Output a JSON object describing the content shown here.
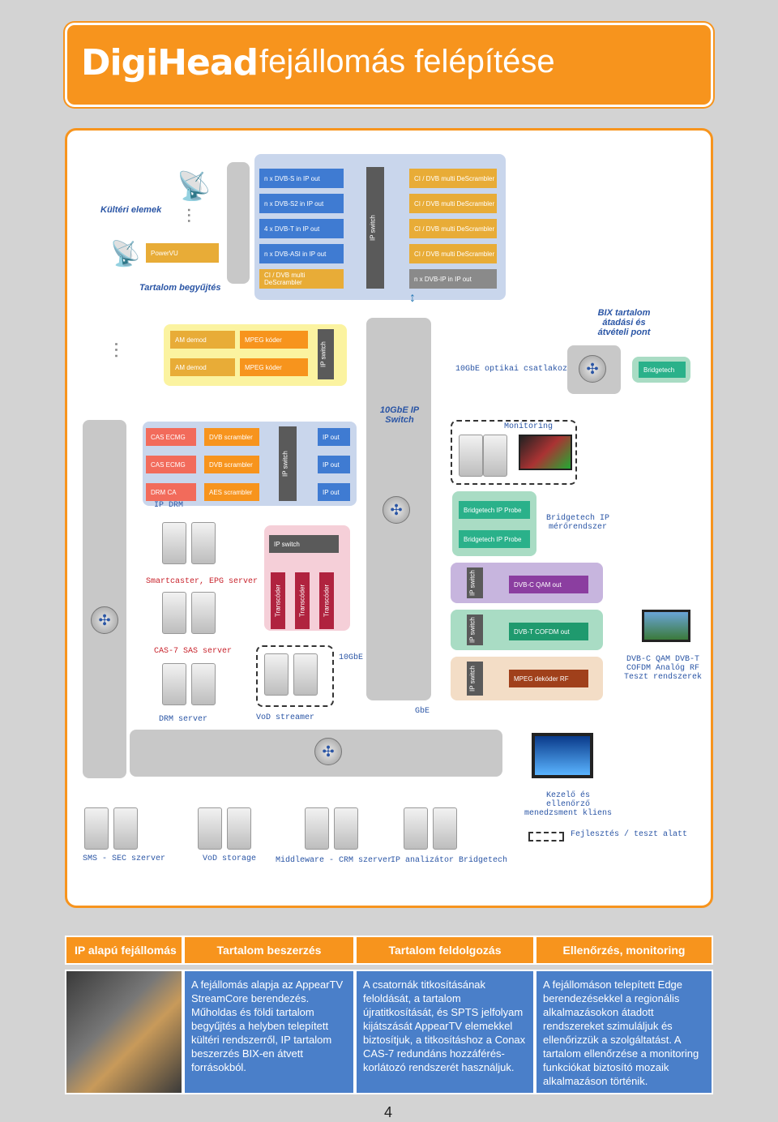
{
  "header": {
    "logo": "DigiHead",
    "title": "fejállomás felépítése"
  },
  "labels": {
    "outdoor": "Kültéri elemek",
    "content_collection": "Tartalom begyűjtés",
    "bix": "BIX tartalom átadási és átvételi pont",
    "optical": "10GbE optikai csatlakozás",
    "ten_gbe_switch": "10GbE IP Switch",
    "monitoring": "Monitoring",
    "bridgetech_system": "Bridgetech IP mérőrendszer",
    "ip_drm": "IP DRM",
    "smartcaster": "Smartcaster, EPG server",
    "cas7": "CAS-7 SAS server",
    "ten_gbe": "10GbE",
    "test_systems": "DVB-C QAM DVB-T COFDM Analóg RF Teszt rendszerek",
    "drm_server": "DRM server",
    "vod_streamer": "VoD streamer",
    "gbe": "GbE",
    "client": "Kezelő és ellenőrző menedzsment kliens",
    "dev": "Fejlesztés / teszt alatt",
    "sms": "SMS - SEC szerver",
    "vod_storage": "VoD storage",
    "middleware": "Middleware - CRM szerver",
    "analyzer": "IP analizátor Bridgetech"
  },
  "top_block": {
    "inputs": [
      "n x DVB-S in IP out",
      "n x DVB-S2 in IP out",
      "4 x DVB-T in IP out",
      "n x DVB-ASI in IP out"
    ],
    "descramblers": [
      "CI / DVB multi DeScrambler",
      "CI / DVB multi DeScrambler",
      "CI / DVB multi DeScrambler",
      "CI / DVB multi DeScrambler"
    ],
    "powervu": "PowerVU",
    "ci_left": "CI / DVB multi DeScrambler",
    "ip_switch": "IP switch",
    "dvb_ip": "n x DVB-IP in IP out"
  },
  "analog_block": {
    "am1": "AM demod",
    "am2": "AM demod",
    "mpeg1": "MPEG kóder",
    "mpeg2": "MPEG kóder",
    "ip_switch": "IP switch"
  },
  "bridgetech": "Bridgetech",
  "cas_block": {
    "rows": [
      {
        "a": "CAS ECMG",
        "b": "DVB scrambler",
        "c": "IP out"
      },
      {
        "a": "CAS ECMG",
        "b": "DVB scrambler",
        "c": "IP out"
      },
      {
        "a": "DRM CA",
        "b": "AES scrambler",
        "c": "IP out"
      }
    ],
    "ip_switch": "IP switch"
  },
  "probes": [
    "Bridgetech IP Probe",
    "Bridgetech IP Probe"
  ],
  "transcoder_block": {
    "ip_switch": "IP switch",
    "transcoders": [
      "Transcóder",
      "Transcóder",
      "Transcóder"
    ]
  },
  "outputs": {
    "qam": "DVB-C QAM out",
    "cofdm": "DVB-T COFDM out",
    "rf": "MPEG dekóder RF",
    "sw": "IP switch"
  },
  "footer": {
    "headers": [
      "IP alapú fejállomás",
      "Tartalom beszerzés",
      "Tartalom feldolgozás",
      "Ellenőrzés, monitoring"
    ],
    "texts": [
      "A fejállomás alapja az AppearTV StreamCore berendezés. Műholdas és földi tartalom begyűjtés a helyben telepített kültéri rendszerről, IP tartalom beszerzés BIX-en átvett forrásokból.",
      "A csatornák titkosításának feloldását, a tartalom újratitkosítását, és SPTS jelfolyam kijátszását AppearTV elemekkel biztosítjuk, a titkosításhoz a Conax CAS-7 redundáns hozzáférés-korlátozó rendszerét használjuk.",
      "A fejállomáson telepített Edge berendezésekkel a regionális alkalmazásokon átadott rendszereket szimuláljuk és ellenőrizzük a szolgáltatást. A tartalom ellenőrzése a monitoring funkciókat biztosító mozaik alkalmazáson történik."
    ],
    "page": "4"
  }
}
